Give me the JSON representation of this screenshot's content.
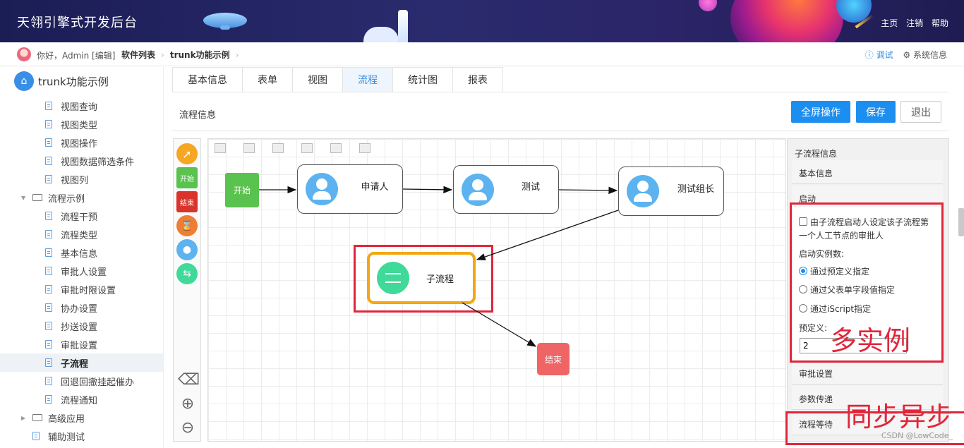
{
  "header": {
    "brand": "天翎引擎式开发后台",
    "links": [
      "主页",
      "注销",
      "帮助"
    ]
  },
  "crumbbar": {
    "greeting": "你好，Admin [编辑]",
    "crumbs": [
      "软件列表",
      "trunk功能示例"
    ],
    "debug": "调试",
    "sysinfo": "系统信息"
  },
  "sidebar": {
    "root": "trunk功能示例",
    "items": [
      {
        "label": "视图查询",
        "level": 2
      },
      {
        "label": "视图类型",
        "level": 2
      },
      {
        "label": "视图操作",
        "level": 2
      },
      {
        "label": "视图数据筛选条件",
        "level": 2
      },
      {
        "label": "视图列",
        "level": 2
      },
      {
        "label": "流程示例",
        "level": 1,
        "folder": true,
        "expanded": true
      },
      {
        "label": "流程干预",
        "level": 2
      },
      {
        "label": "流程类型",
        "level": 2
      },
      {
        "label": "基本信息",
        "level": 2
      },
      {
        "label": "审批人设置",
        "level": 2
      },
      {
        "label": "审批时限设置",
        "level": 2
      },
      {
        "label": "协办设置",
        "level": 2
      },
      {
        "label": "抄送设置",
        "level": 2
      },
      {
        "label": "审批设置",
        "level": 2
      },
      {
        "label": "子流程",
        "level": 2,
        "active": true
      },
      {
        "label": "回退回撤挂起催办",
        "level": 2
      },
      {
        "label": "流程通知",
        "level": 2
      },
      {
        "label": "高级应用",
        "level": 1,
        "folder": true,
        "expanded": false
      },
      {
        "label": "辅助测试",
        "level": 1
      }
    ]
  },
  "tabs": [
    {
      "label": "基本信息"
    },
    {
      "label": "表单"
    },
    {
      "label": "视图"
    },
    {
      "label": "流程",
      "active": true
    },
    {
      "label": "统计图"
    },
    {
      "label": "报表"
    }
  ],
  "section": {
    "title": "流程信息",
    "fullscreen": "全屏操作",
    "save": "保存",
    "exit": "退出"
  },
  "palette": {
    "start": "开始",
    "end": "结束"
  },
  "flow": {
    "start": "开始",
    "applicant": "申请人",
    "test": "测试",
    "leader": "测试组长",
    "subflow": "子流程",
    "end": "结束"
  },
  "panel": {
    "title": "子流程信息",
    "basic": "基本信息",
    "launch": "启动",
    "checkbox_text_1": "由子流程启动人设定该子流程第",
    "checkbox_text_2": "一个人工节点的审批人",
    "instances_label": "启动实例数:",
    "radio1": "通过预定义指定",
    "radio2": "通过父表单字段值指定",
    "radio3": "通过iScript指定",
    "predefined_label": "预定义:",
    "predefined_value": "2",
    "approval": "审批设置",
    "params": "参数传递",
    "wait": "流程等待"
  },
  "annotations": {
    "multi": "多实例",
    "sync": "同步异步"
  },
  "watermark": "CSDN @LowCode_",
  "colors": {
    "primary": "#1c8ef0",
    "start_node": "#5ac24e",
    "end_node": "#ef6565",
    "subflow_border": "#f3a712",
    "annotation": "#e1263b"
  }
}
